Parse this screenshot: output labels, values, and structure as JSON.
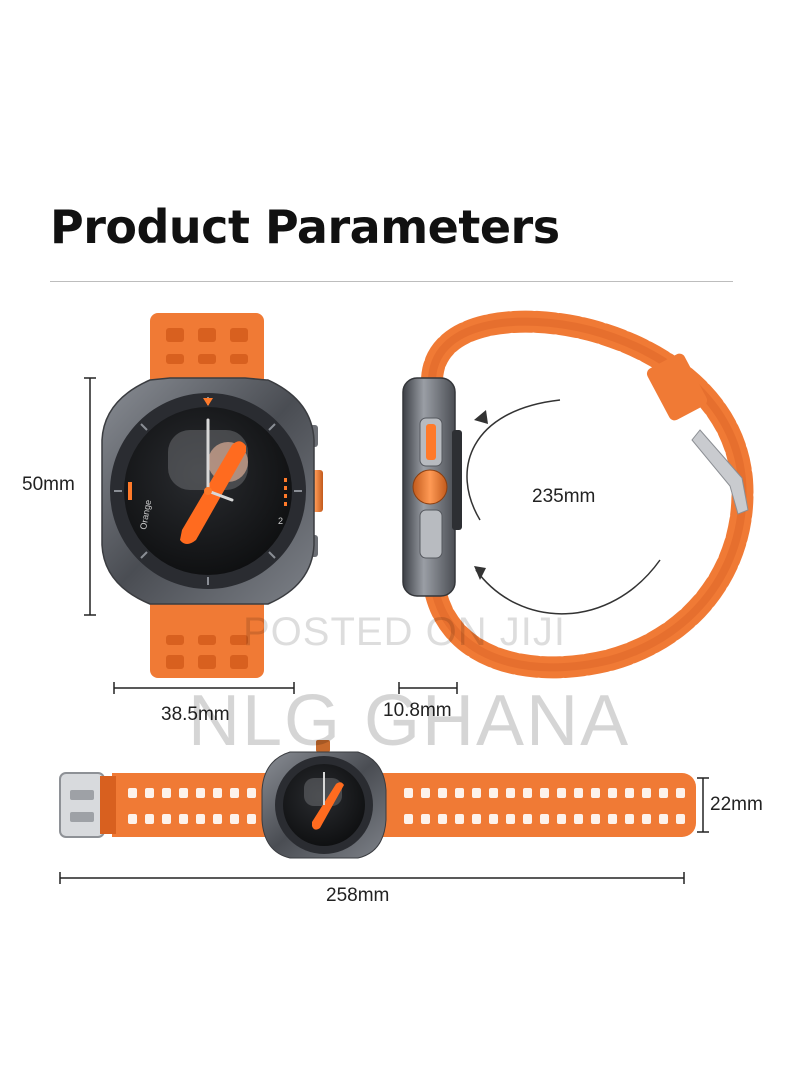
{
  "heading": "Product Parameters",
  "dimensions": {
    "height": "50mm",
    "width": "38.5mm",
    "thickness": "10.8mm",
    "circumference": "235mm",
    "strap_width": "22mm",
    "total_length": "258mm"
  },
  "watermarks": {
    "posted": "POSTED ON JIJI",
    "seller": "NLG GHANA"
  },
  "watch_face": {
    "label": "Orange",
    "digit": "2"
  },
  "colors": {
    "strap": "#f07a35",
    "strap_dark": "#d8601f",
    "case": "#5b5f66",
    "bezel": "#2a2c31",
    "dial": "#121315",
    "accent": "#ff7a2a"
  }
}
